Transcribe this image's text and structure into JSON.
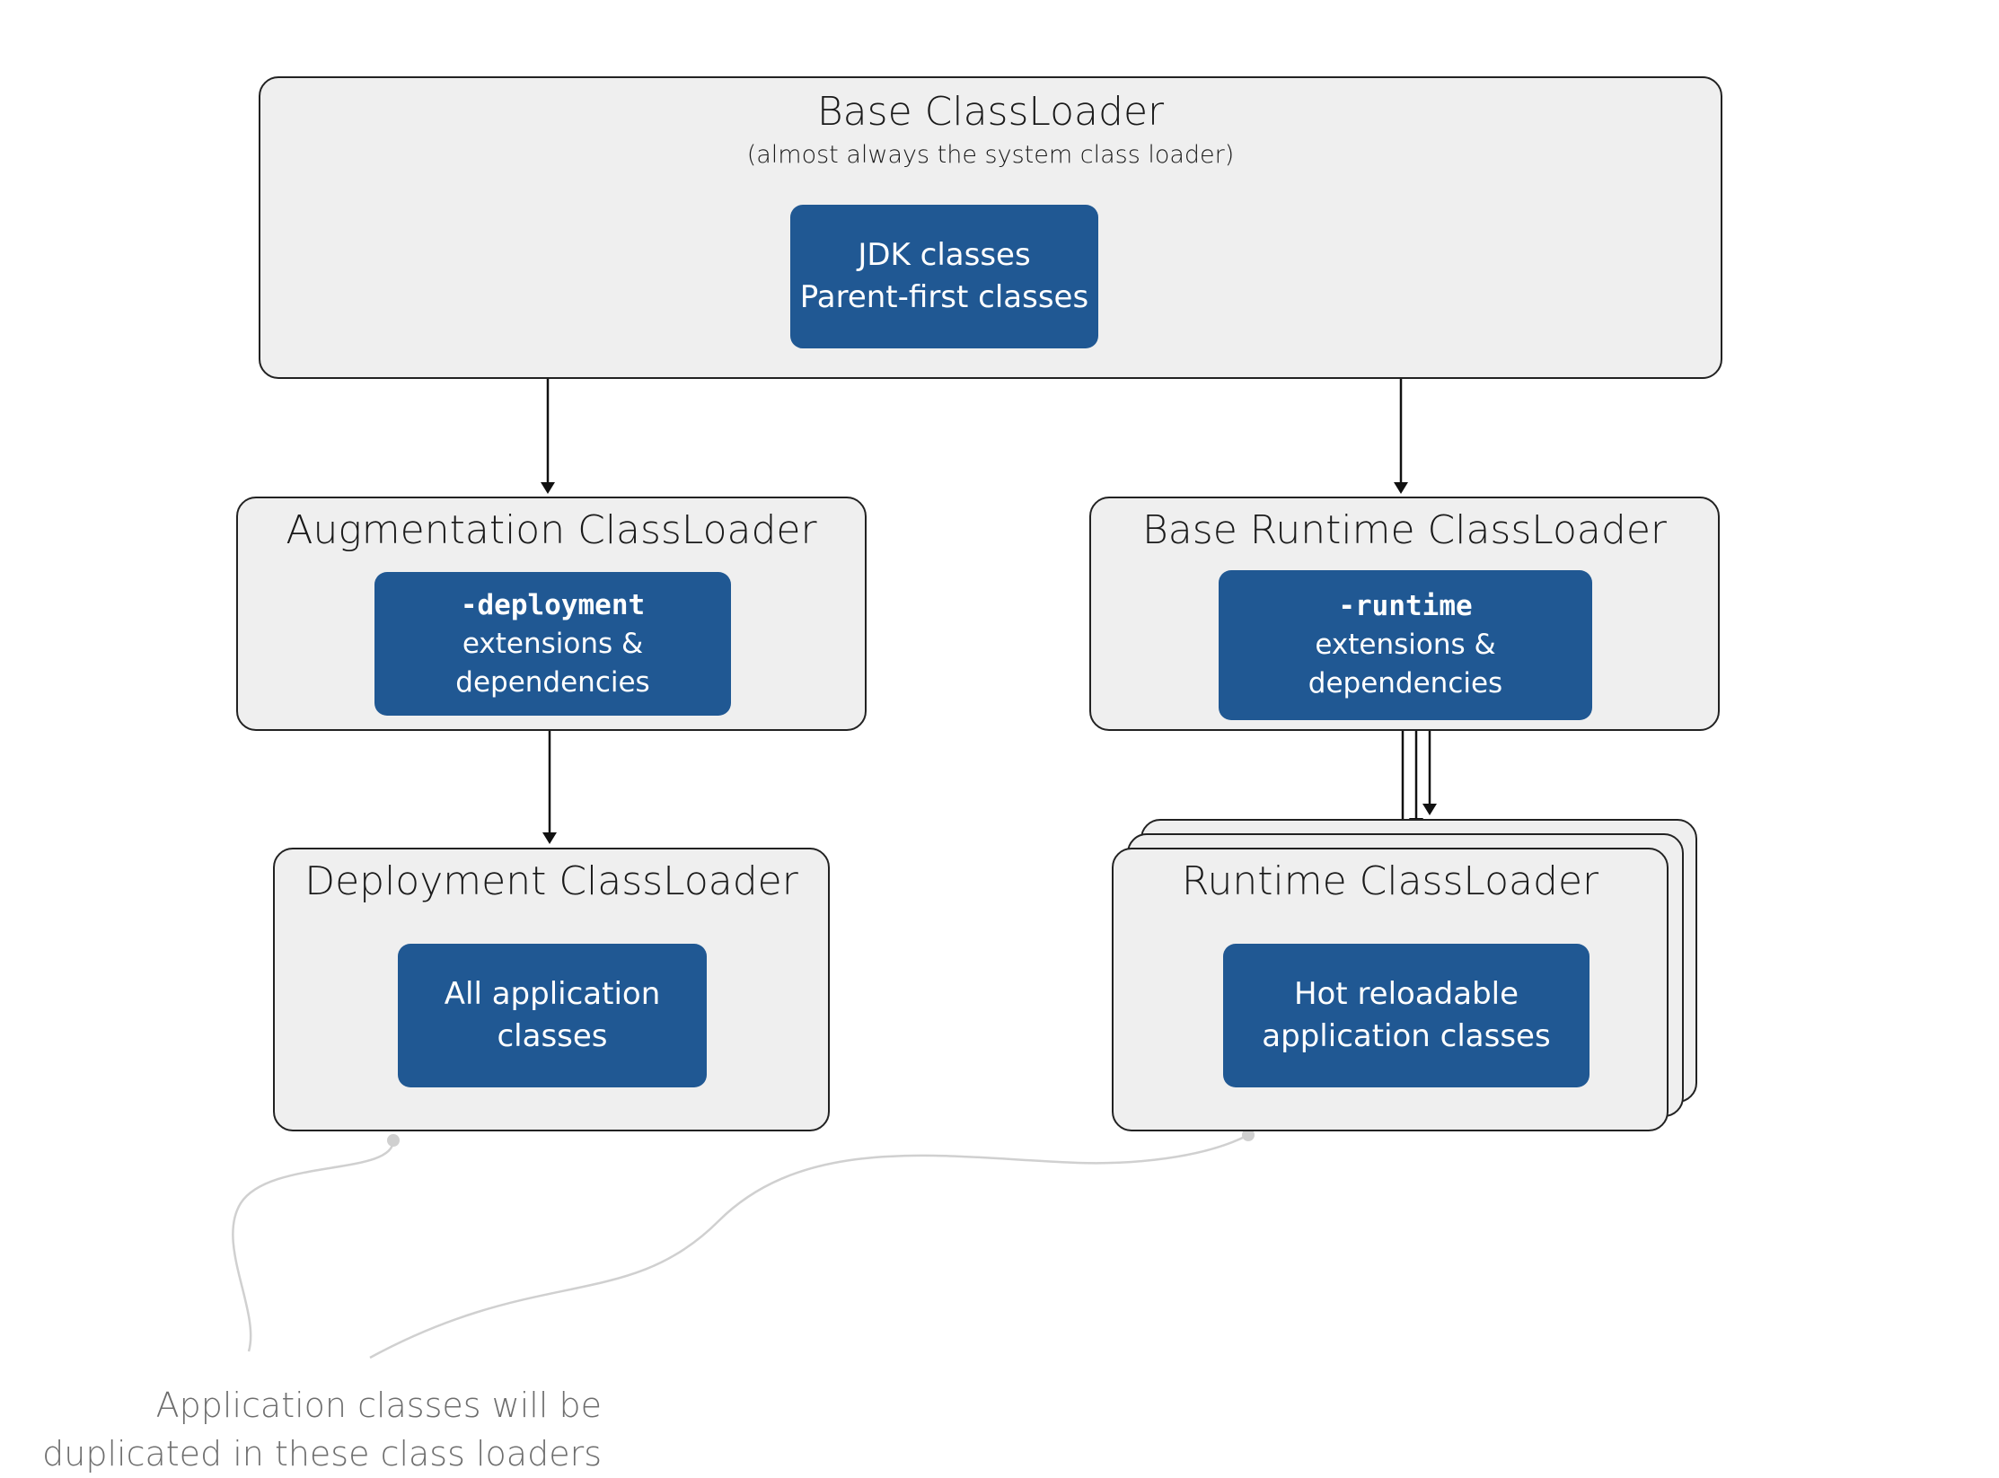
{
  "base_loader": {
    "title": "Base ClassLoader",
    "subtitle": "(almost always the system class loader)",
    "inner_lines": [
      "JDK classes",
      "Parent-first classes"
    ]
  },
  "augmentation_loader": {
    "title": "Augmentation ClassLoader",
    "inner_code": "-deployment",
    "inner_lines": [
      "extensions &",
      "dependencies"
    ]
  },
  "base_runtime_loader": {
    "title": "Base Runtime ClassLoader",
    "inner_code": "-runtime",
    "inner_lines": [
      "extensions &",
      "dependencies"
    ]
  },
  "deployment_loader": {
    "title": "Deployment ClassLoader",
    "inner_lines": [
      "All application",
      "classes"
    ]
  },
  "runtime_loader": {
    "title": "Runtime ClassLoader",
    "inner_lines": [
      "Hot reloadable",
      "application classes"
    ]
  },
  "note": {
    "lines": [
      "Application classes will be",
      "duplicated in these class loaders"
    ]
  },
  "colors": {
    "box_fill": "#efefef",
    "box_border": "#222222",
    "inner_fill": "#205893",
    "note_text": "#6e6e6e",
    "note_line": "#d0d0d0"
  }
}
